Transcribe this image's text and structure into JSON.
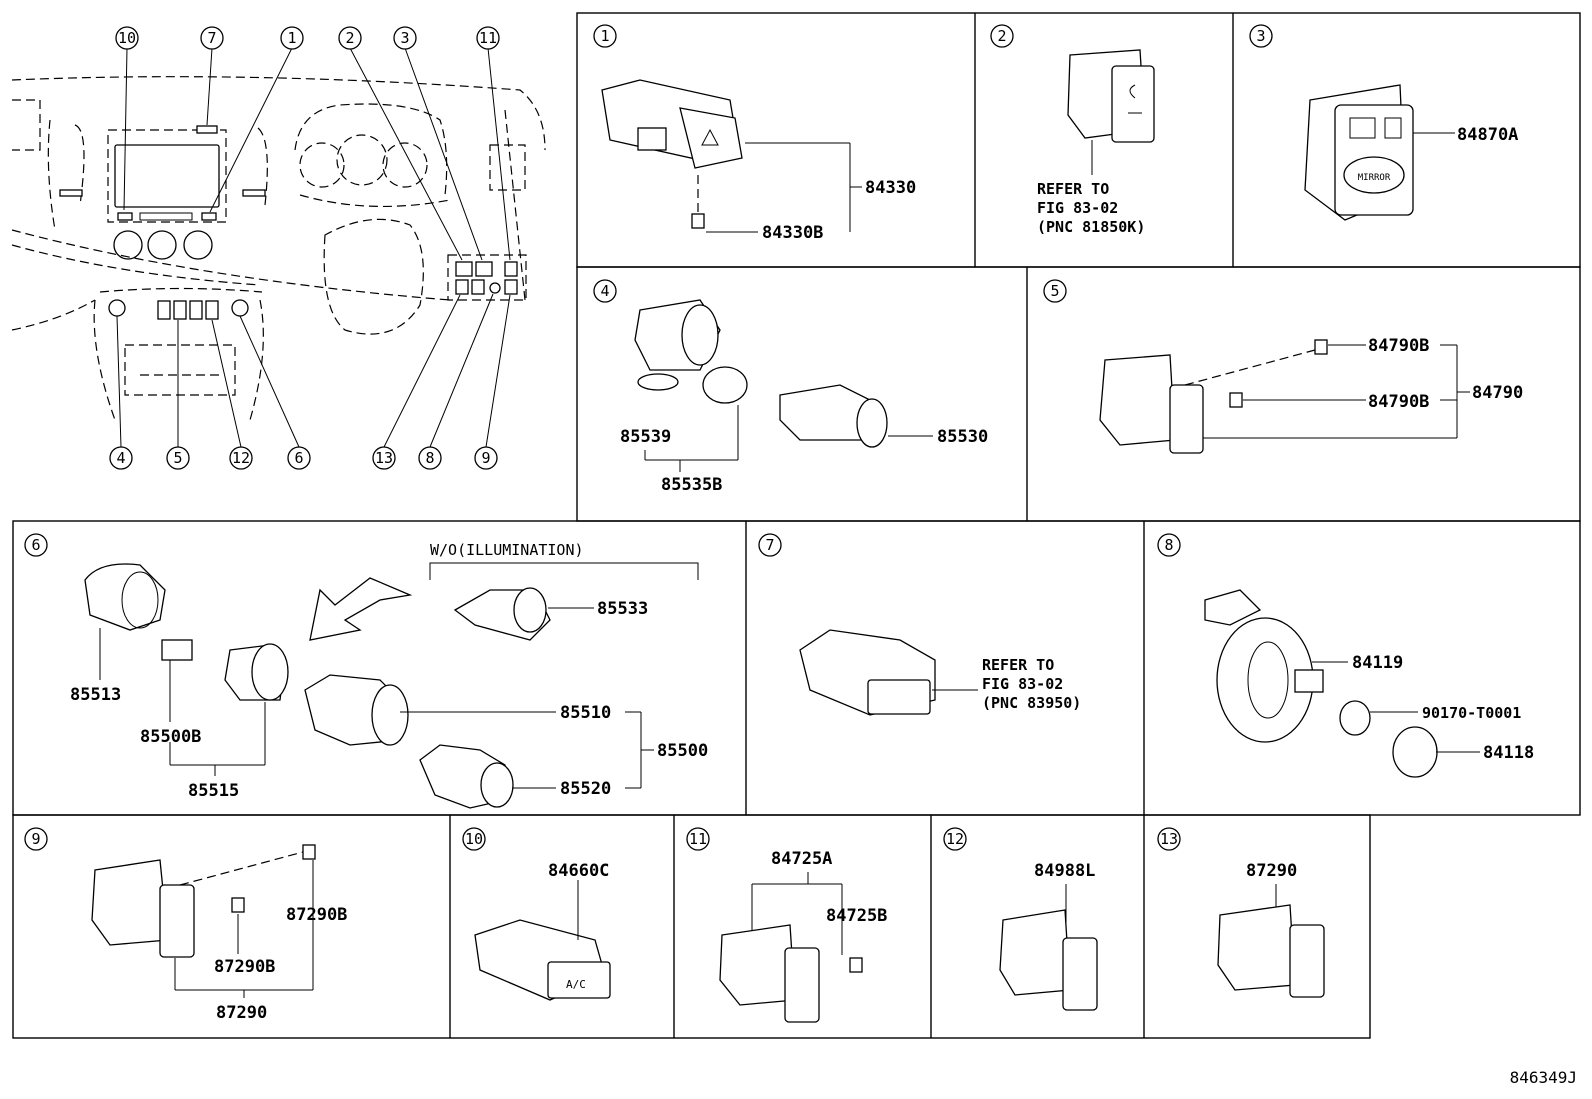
{
  "overview": {
    "callouts": [
      "10",
      "7",
      "1",
      "2",
      "3",
      "11",
      "4",
      "5",
      "12",
      "6",
      "13",
      "8",
      "9"
    ]
  },
  "panels": {
    "p1": {
      "num": "1",
      "parts": [
        "84330",
        "84330B"
      ]
    },
    "p2": {
      "num": "2",
      "refer": [
        "REFER TO",
        "FIG 83-02",
        "(PNC 81850K)"
      ]
    },
    "p3": {
      "num": "3",
      "parts": [
        "84870A"
      ],
      "button_text": "MIRROR"
    },
    "p4": {
      "num": "4",
      "parts": [
        "85539",
        "85535B",
        "85530"
      ]
    },
    "p5": {
      "num": "5",
      "parts": [
        "84790B",
        "84790B",
        "84790"
      ]
    },
    "p6": {
      "num": "6",
      "note": "W/O(ILLUMINATION)",
      "parts": [
        "85533",
        "85513",
        "85500B",
        "85515",
        "85510",
        "85500",
        "85520"
      ]
    },
    "p7": {
      "num": "7",
      "refer": [
        "REFER TO",
        "FIG 83-02",
        "(PNC 83950)"
      ]
    },
    "p8": {
      "num": "8",
      "parts": [
        "84119",
        "90170-T0001",
        "84118"
      ]
    },
    "p9": {
      "num": "9",
      "parts": [
        "87290B",
        "87290B",
        "87290"
      ]
    },
    "p10": {
      "num": "10",
      "parts": [
        "84660C"
      ],
      "button_text": "A/C"
    },
    "p11": {
      "num": "11",
      "parts": [
        "84725A",
        "84725B"
      ]
    },
    "p12": {
      "num": "12",
      "parts": [
        "84988L"
      ]
    },
    "p13": {
      "num": "13",
      "parts": [
        "87290"
      ]
    }
  },
  "drawing_id": "846349J"
}
